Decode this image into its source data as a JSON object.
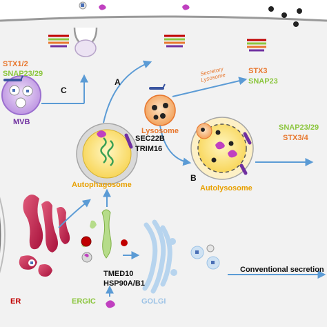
{
  "labels": {
    "stx12": "STX1/2",
    "snap2329_left": "SNAP23/29",
    "mvb": "MVB",
    "path_c": "C",
    "path_a": "A",
    "path_b": "B",
    "secretory_lysosome": "Secretory Lysosome",
    "stx3": "STX3",
    "snap23": "SNAP23",
    "lysosome": "Lysosome",
    "sec22b": "SEC22B",
    "trim16": "TRIM16",
    "autophagosome": "Autophagosome",
    "snap2329_right": "SNAP23/29",
    "stx34": "STX3/4",
    "autolysosome": "Autolysosome",
    "tmed10": "TMED10",
    "hsp90": "HSP90A/B1",
    "er": "ER",
    "ergic": "ERGIC",
    "golgi": "GOLGI",
    "conventional_secretion": "Conventional secretion"
  },
  "colors": {
    "orange": "#e8772e",
    "green": "#8cc63f",
    "purple": "#7030a0",
    "red": "#c00000",
    "blue": "#9dc3e6",
    "arrow": "#5b9bd5",
    "black": "#111111"
  }
}
